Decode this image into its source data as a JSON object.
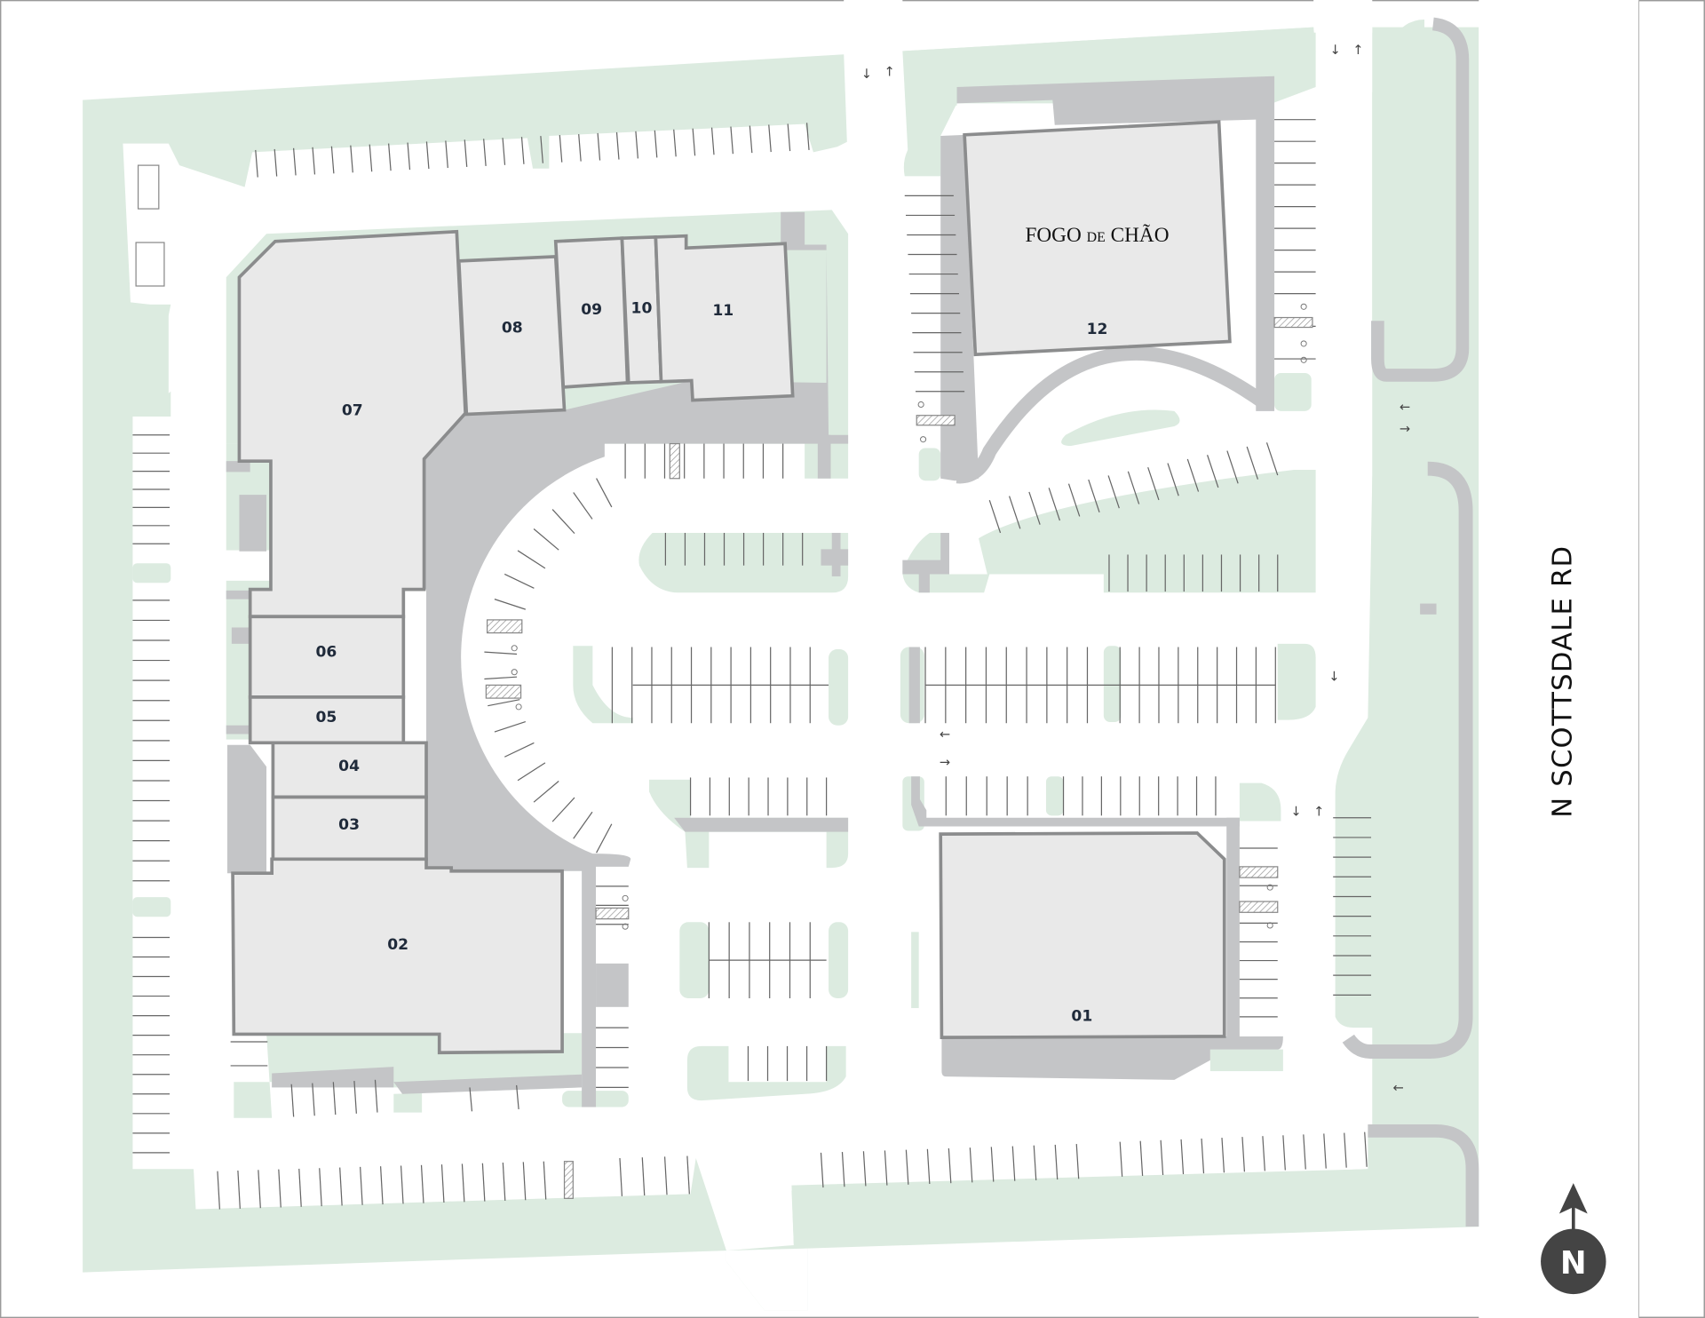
{
  "site_plan": {
    "units": [
      {
        "id": "01"
      },
      {
        "id": "02"
      },
      {
        "id": "03"
      },
      {
        "id": "04"
      },
      {
        "id": "05"
      },
      {
        "id": "06"
      },
      {
        "id": "07"
      },
      {
        "id": "08"
      },
      {
        "id": "09"
      },
      {
        "id": "10"
      },
      {
        "id": "11"
      },
      {
        "id": "12"
      }
    ],
    "tenant_logo": {
      "main1": "FOGO",
      "small": "DE",
      "main2": "CHÃO"
    },
    "street_label": "N SCOTTSDALE RD",
    "compass": {
      "letter": "N",
      "icon": "north-arrow-icon"
    },
    "traffic_arrow_glyphs": {
      "up": "↑",
      "down": "↓",
      "left": "←",
      "right": "→"
    },
    "colors": {
      "landscape": "#dcebe0",
      "drive_lane": "#c4c5c7",
      "building": "#e9e9e9",
      "building_outline": "#8b8c8d",
      "compass": "#444444"
    }
  }
}
